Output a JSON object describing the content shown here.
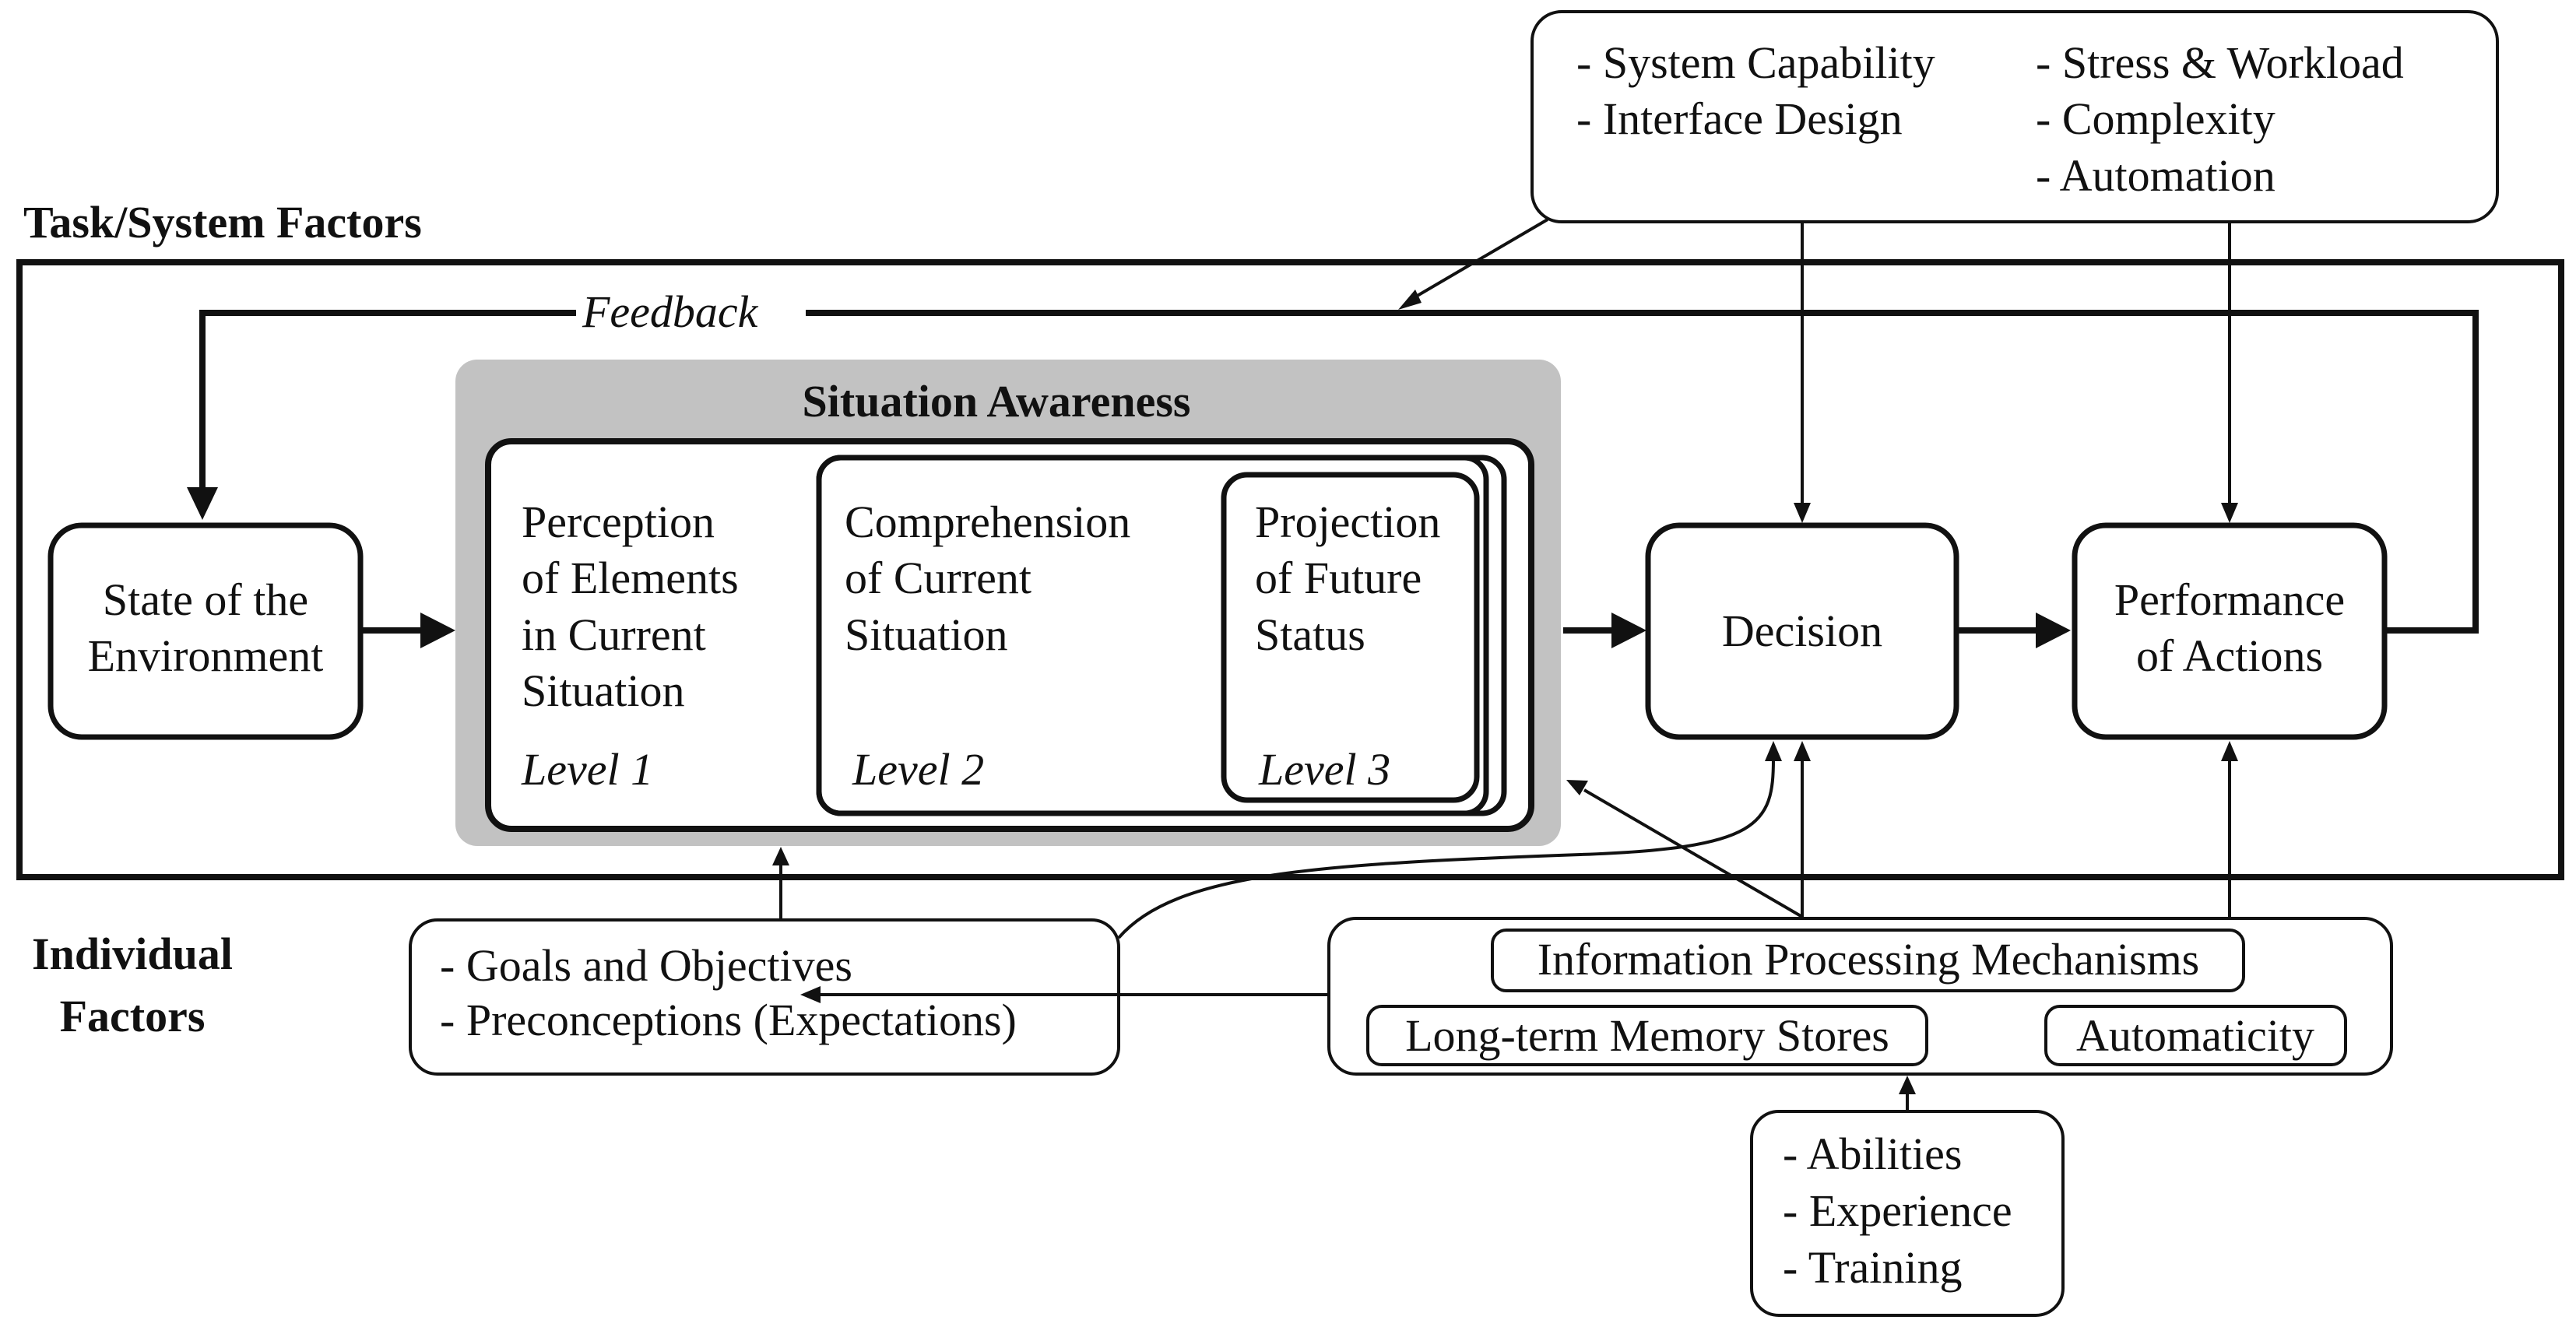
{
  "labels": {
    "task_system_factors": "Task/System Factors",
    "individual_factors_line1": "Individual",
    "individual_factors_line2": "Factors",
    "feedback": "Feedback",
    "situation_awareness": "Situation Awareness"
  },
  "task_factors": {
    "left": [
      "- System Capability",
      "- Interface Design"
    ],
    "right": [
      "- Stress & Workload",
      "- Complexity",
      "- Automation"
    ]
  },
  "environment": [
    "State of the",
    "Environment"
  ],
  "levels": {
    "level1": {
      "lines": [
        "Perception",
        "of Elements",
        "in Current",
        "Situation"
      ],
      "tag": "Level 1"
    },
    "level2": {
      "lines": [
        "Comprehension",
        "of Current",
        "Situation"
      ],
      "tag": "Level 2"
    },
    "level3": {
      "lines": [
        "Projection",
        "of Future",
        "Status"
      ],
      "tag": "Level 3"
    }
  },
  "decision": "Decision",
  "performance": [
    "Performance",
    "of Actions"
  ],
  "goals": [
    "- Goals and Objectives",
    "- Preconceptions (Expectations)"
  ],
  "mechanisms": {
    "title": "Information Processing Mechanisms",
    "memory": "Long-term Memory Stores",
    "automaticity": "Automaticity"
  },
  "abilities": [
    "- Abilities",
    "- Experience",
    "- Training"
  ]
}
